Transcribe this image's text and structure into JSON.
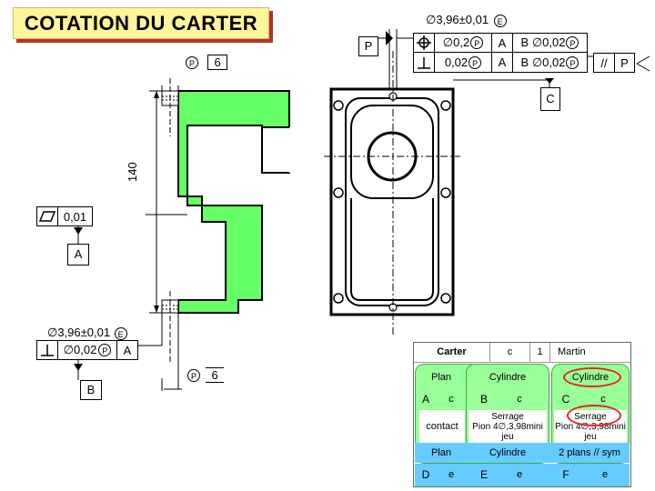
{
  "title": "COTATION DU CARTER",
  "top_dim": {
    "diameter": "∅3,96±0,01",
    "envelope": "E"
  },
  "datum_p_top": "P",
  "fcf_top": {
    "row1": {
      "symbol": "position",
      "tol": "∅0,2",
      "mod": "P",
      "ref1": "A",
      "ref2": "B ∅0,02",
      "mod2": "P"
    },
    "row2": {
      "symbol": "perpendicularity",
      "tol": "0,02",
      "mod": "P",
      "ref1": "A",
      "ref2": "B ∅0,02",
      "mod2": "P"
    }
  },
  "parallel_fcf": {
    "symbol": "//",
    "ref": "P"
  },
  "datum_c": "C",
  "proj_p_top": {
    "symbol": "P",
    "value": "6"
  },
  "proj_p_bottom": {
    "symbol": "P",
    "value": "6"
  },
  "dim_140": "140",
  "flatness_fcf": {
    "symbol": "flatness",
    "tol": "0,01"
  },
  "datum_a": "A",
  "bottom_dim": {
    "diameter": "∅3,96±0,01",
    "envelope": "E"
  },
  "fcf_bottom": {
    "symbol": "perpendicularity",
    "tol": "∅0,02",
    "mod": "P",
    "ref": "A"
  },
  "datum_b": "B",
  "table": {
    "header": {
      "part": "Carter",
      "c": "c",
      "n": "1",
      "other": "Martin"
    },
    "labels": [
      "Plan",
      "Cylindre",
      "Cylindre"
    ],
    "refs": [
      [
        "A",
        "c"
      ],
      [
        "B",
        "c"
      ],
      [
        "C",
        "c"
      ]
    ],
    "contact": "contact",
    "serrage1": [
      "Serrage",
      "Pion 4∅,3,98mini",
      "jeu"
    ],
    "serrage2": [
      "Serrage",
      "Pion 4∅,3,98mini",
      "jeu"
    ],
    "labels2": [
      "Plan",
      "Cylindre",
      "2 plans // sym"
    ],
    "refs2": [
      [
        "D",
        "e"
      ],
      [
        "E",
        "e"
      ],
      [
        "F",
        "e"
      ]
    ]
  },
  "colors": {
    "part_fill": "#66ff66",
    "title_bg": "#fff59a",
    "table_header_bg": "#ffffff",
    "table_blue": "#66ccff",
    "highlight": "#e8241d"
  }
}
